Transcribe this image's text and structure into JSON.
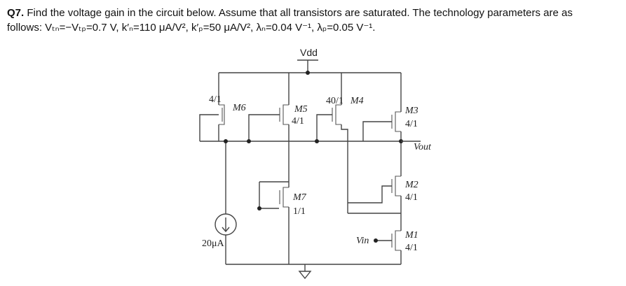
{
  "question": {
    "number": "Q7.",
    "line1": "Find the voltage gain in the circuit below. Assume that all transistors are saturated. The technology parameters are as",
    "line2": "follows: Vₜₙ=−Vₜₚ=0.7 V, k′ₙ=110 μA/V², k′ₚ=50 μA/V², λₙ=0.04 V⁻¹, λₚ=0.05 V⁻¹."
  },
  "circuit": {
    "supply": "Vdd",
    "current_source": "20μA",
    "input": "Vin",
    "output": "Vout",
    "transistors": [
      {
        "name": "M6",
        "size": "4/1"
      },
      {
        "name": "M5",
        "size": "4/1"
      },
      {
        "name": "M4",
        "size": "40/1"
      },
      {
        "name": "M3",
        "size": "4/1"
      },
      {
        "name": "M2",
        "size": "4/1"
      },
      {
        "name": "M7",
        "size": "1/1"
      },
      {
        "name": "M1",
        "size": "4/1"
      }
    ]
  }
}
